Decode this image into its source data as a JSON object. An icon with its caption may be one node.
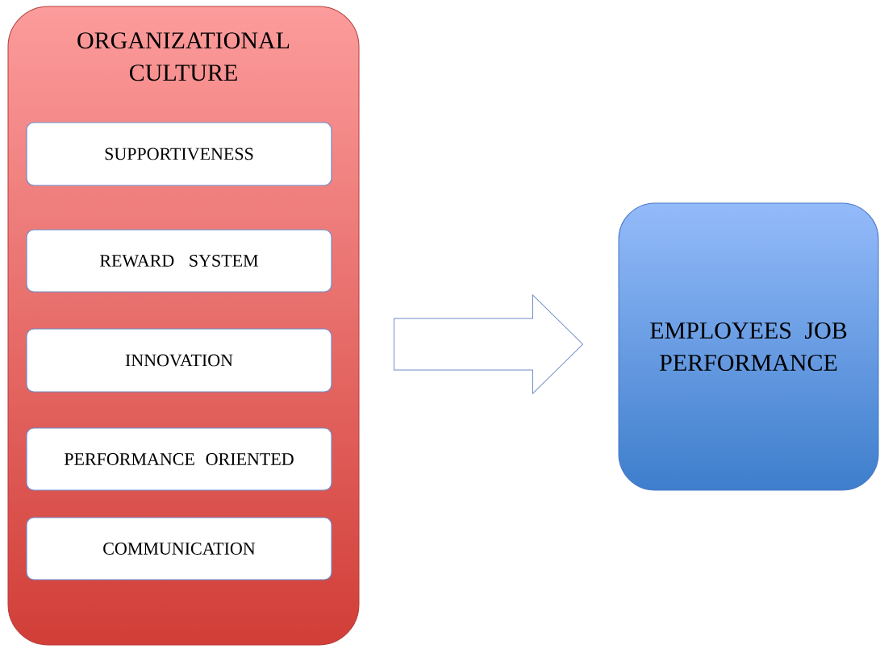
{
  "diagram": {
    "nodes": [
      {
        "text": [
          "ORGANIZATIONAL CULTURE"
        ]
      },
      {
        "text": [
          "SUPPORTIVENESS"
        ],
        "in": 0
      },
      {
        "text": [
          "REWARD SYSTEM"
        ],
        "in": 0
      },
      {
        "text": [
          "INNOVATION"
        ],
        "in": 0
      },
      {
        "text": [
          "PERFORMANCE ORIENTED"
        ],
        "in": 0
      },
      {
        "text": [
          "COMMUNICATION"
        ],
        "in": 0
      },
      {
        "text": [
          "EMPLOYEES JOB PERFORMANCE"
        ]
      }
    ],
    "edges": [
      {
        "from": 0,
        "to": 6,
        "arrow": "to"
      }
    ]
  }
}
